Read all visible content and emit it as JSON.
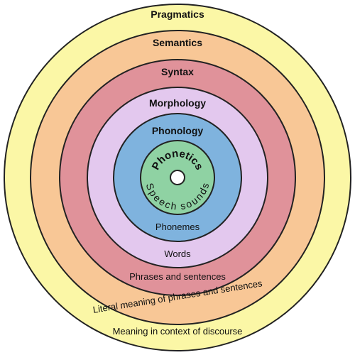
{
  "layers": [
    {
      "key": "pragmatics",
      "title": "Pragmatics",
      "subtitle": "Meaning in context of discourse",
      "color": "#fbf7a6"
    },
    {
      "key": "semantics",
      "title": "Semantics",
      "subtitle": "Literal meaning of phrases and sentences",
      "color": "#f8c796"
    },
    {
      "key": "syntax",
      "title": "Syntax",
      "subtitle": "Phrases and sentences",
      "color": "#e0929a"
    },
    {
      "key": "morphology",
      "title": "Morphology",
      "subtitle": "Words",
      "color": "#e3c8ee"
    },
    {
      "key": "phonology",
      "title": "Phonology",
      "subtitle": "Phonemes",
      "color": "#7fb3de"
    },
    {
      "key": "phonetics",
      "title": "Phonetics",
      "subtitle": "Speech sounds",
      "color": "#8fd2a3"
    }
  ],
  "center_color": "#ffffff"
}
